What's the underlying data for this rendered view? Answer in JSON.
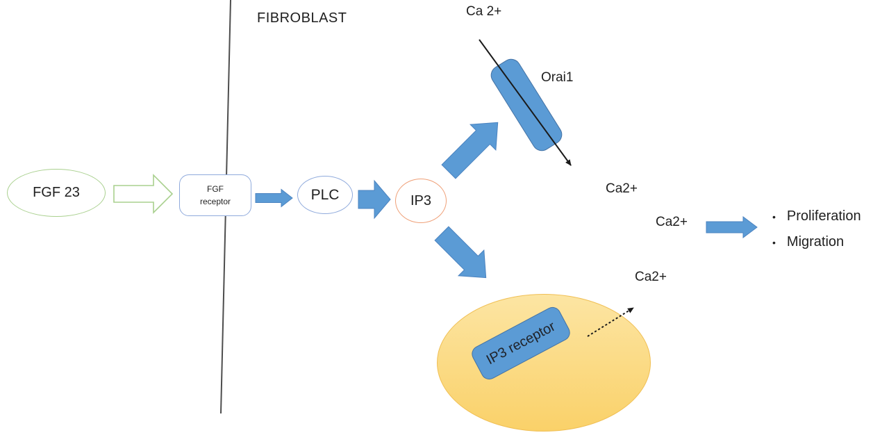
{
  "cell": {
    "label": "FIBROBLAST"
  },
  "nodes": {
    "fgf23": {
      "label": "FGF 23"
    },
    "fgf_receptor": {
      "line1": "FGF",
      "line2": "receptor"
    },
    "plc": {
      "label": "PLC"
    },
    "ip3": {
      "label": "IP3"
    },
    "orai1": {
      "label": "Orai1"
    },
    "ip3_receptor": {
      "label": "IP3 receptor"
    }
  },
  "ions": {
    "top": "Ca 2+",
    "below_orai1": "Ca2+",
    "pre_outcome": "Ca2+",
    "er_release": "Ca2+"
  },
  "outcomes": {
    "bullet": "•",
    "items": [
      "Proliferation",
      "Migration"
    ]
  },
  "colors": {
    "arrow_blue": "#5B9BD5",
    "arrow_edge": "#4B83C0",
    "bar_edge": "#4472A4",
    "outline_green": "#A9D08E",
    "outline_blue": "#8FAADC",
    "outline_orange": "#EFA078",
    "er_top": "#FCE5A3",
    "er_bottom": "#FAD169",
    "er_border": "#F0BF54",
    "membrane": "#4d4d4d",
    "ink": "#1f1f1f",
    "thin_arrow": "#1a1a1a"
  }
}
